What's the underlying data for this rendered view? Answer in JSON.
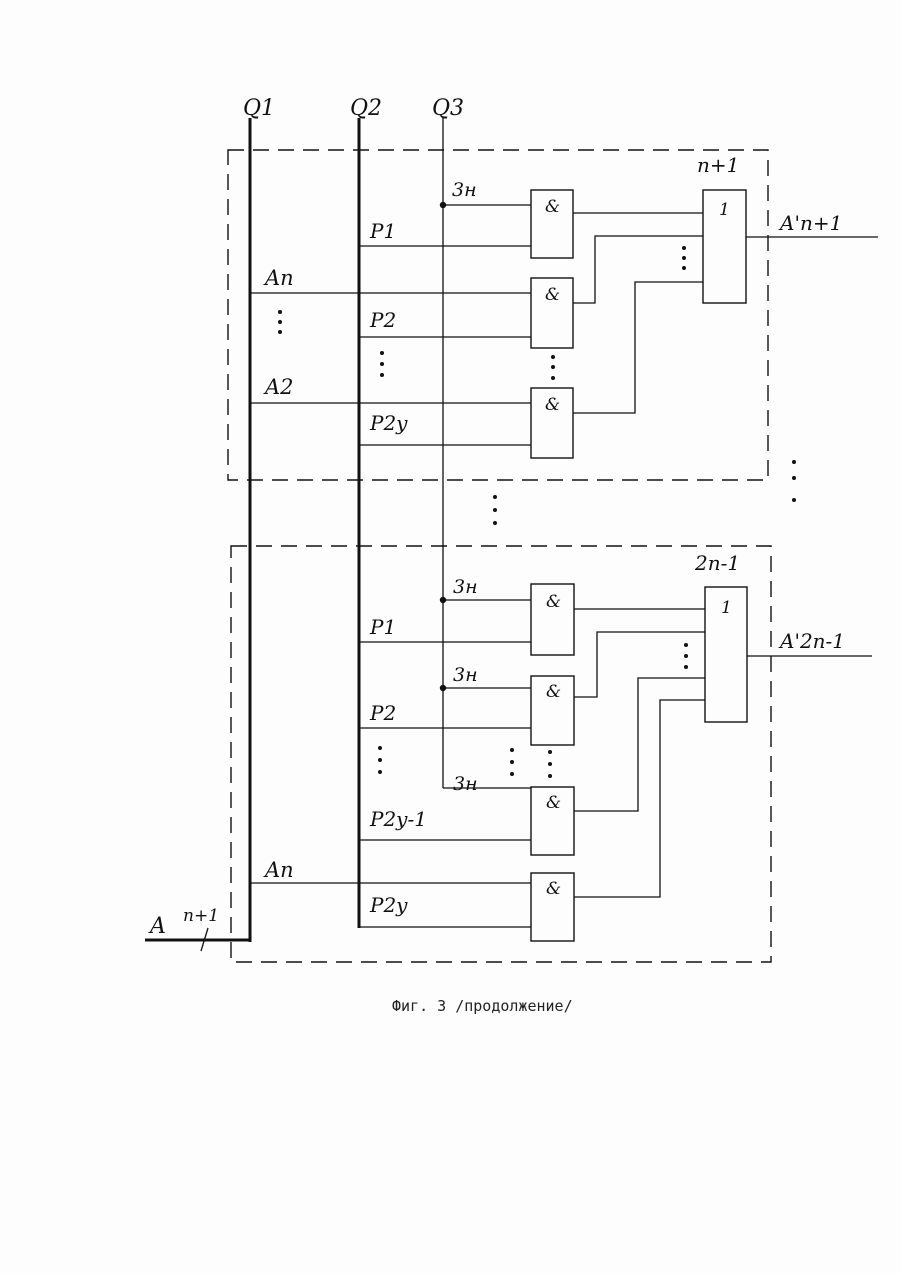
{
  "bus_labels": {
    "q1": "Q1",
    "q2": "Q2",
    "q3": "Q3"
  },
  "block_top": {
    "number": "n+1",
    "output_label": "A'n+1",
    "or_symbol": "1",
    "and_symbol": "&",
    "line_zn": "3н",
    "inputs": [
      "P1",
      "P2",
      "P2y"
    ],
    "a_lines": [
      "An",
      "A2"
    ]
  },
  "block_bottom": {
    "number": "2n-1",
    "output_label": "A'2n-1",
    "or_symbol": "1",
    "and_symbol": "&",
    "line_zn": [
      "3н",
      "3н",
      "3н"
    ],
    "inputs": [
      "P1",
      "P2",
      "P2y-1",
      "P2y"
    ],
    "a_lines": [
      "An"
    ]
  },
  "input_bus": {
    "label": "A",
    "width": "n+1"
  },
  "caption": "Фиг. 3 /продолжение/",
  "colors": {
    "ink": "#111111",
    "paper": "#fdfdfd"
  }
}
